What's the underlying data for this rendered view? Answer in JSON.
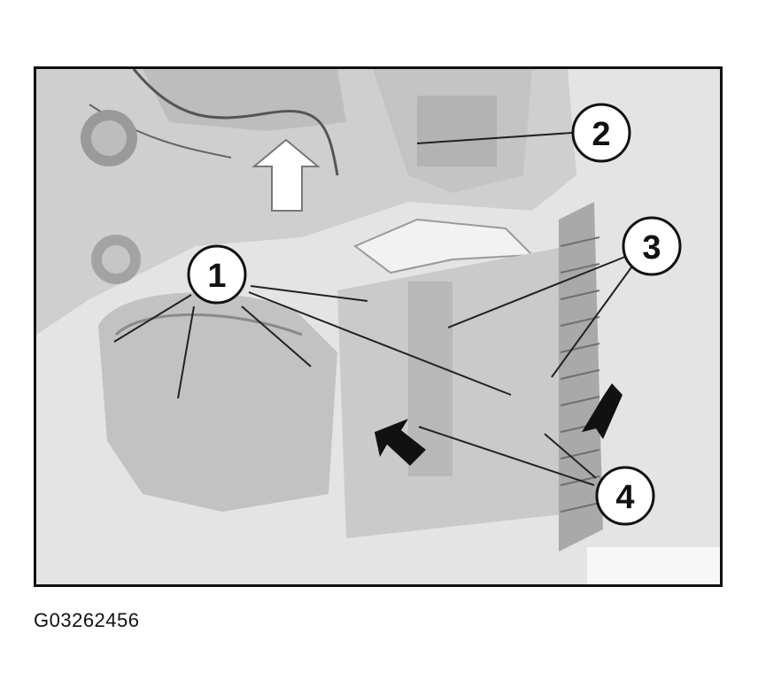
{
  "figure": {
    "id_label": "G03262456",
    "callouts": [
      {
        "number": "1"
      },
      {
        "number": "2"
      },
      {
        "number": "3"
      },
      {
        "number": "4"
      }
    ]
  }
}
